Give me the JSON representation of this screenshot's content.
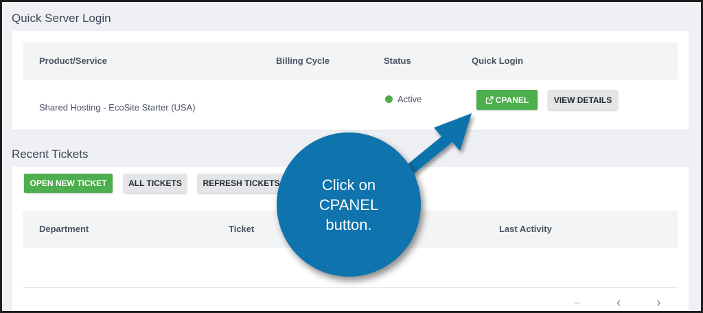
{
  "server_login": {
    "title": "Quick Server Login",
    "headers": [
      "Product/Service",
      "Billing Cycle",
      "Status",
      "Quick Login"
    ],
    "row": {
      "product": "Shared Hosting - EcoSite Starter (USA)",
      "billing": "",
      "status": "Active",
      "cpanel_label": "CPANEL",
      "details_label": "VIEW DETAILS"
    }
  },
  "tickets": {
    "title": "Recent Tickets",
    "open_label": "OPEN NEW TICKET",
    "all_label": "ALL TICKETS",
    "refresh_label": "REFRESH TICKETS",
    "headers": [
      "Department",
      "Ticket",
      "Last Activity"
    ],
    "pager": {
      "dash": "–",
      "prev": "‹",
      "next": "›"
    }
  },
  "callout": {
    "text": "Click on CPANEL button."
  },
  "colors": {
    "accent_green": "#4cae4c",
    "callout_blue": "#0f73ad",
    "background": "#eef0f3"
  }
}
